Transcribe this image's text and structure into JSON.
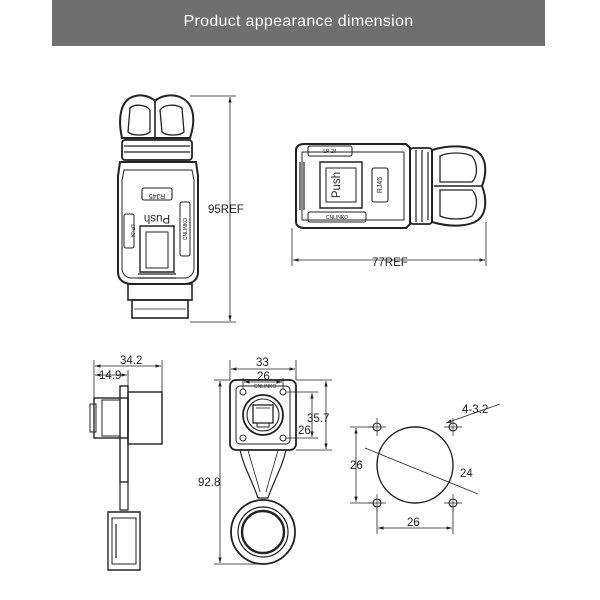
{
  "header": {
    "title": "Product appearance dimension"
  },
  "top_left_view": {
    "height_label": "95REF",
    "marking_rj45": "RJ45",
    "marking_push": "Push",
    "marking_series": "LP-24",
    "marking_brand": "CNLINKO"
  },
  "top_right_view": {
    "length_label": "77REF",
    "marking_rj45": "RJ45",
    "marking_push": "Push",
    "marking_series": "LP-24",
    "marking_brand": "CNLINKO"
  },
  "side_view": {
    "overall_depth": "34.2",
    "flange_offset": "14.9"
  },
  "front_view": {
    "flange_width": "33",
    "hole_spacing_x": "26",
    "flange_height": "35.7",
    "hole_spacing_y": "26",
    "total_height": "92.8",
    "marking_brand": "CNLINKO"
  },
  "panel_cutout": {
    "hole_spec": "4-3.2",
    "hole_spacing_y": "26",
    "cutout_diameter": "24",
    "hole_spacing_x": "26"
  }
}
